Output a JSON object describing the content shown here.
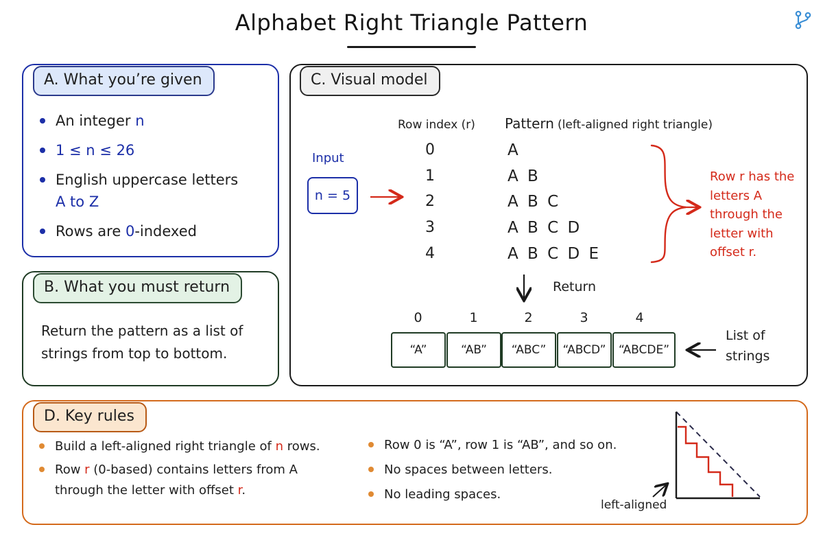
{
  "title": "Alphabet Right Triangle Pattern",
  "colors": {
    "blue": "#1c2fa8",
    "green": "#1f3b24",
    "orange": "#d46a1c",
    "red": "#d42a1a"
  },
  "icons": {
    "corner": "git-branch-icon"
  },
  "panel_a": {
    "tab": "A. What you’re given",
    "bullets": [
      {
        "pre": "An integer ",
        "hl": "n",
        "post": ""
      },
      {
        "pre": "",
        "hl": "1 ≤ n ≤ 26",
        "post": ""
      },
      {
        "pre": "English uppercase letters",
        "line2_a": "A",
        "line2_mid": " to ",
        "line2_b": "Z"
      },
      {
        "pre": "Rows are ",
        "hl": "0",
        "post": "-indexed"
      }
    ]
  },
  "panel_b": {
    "tab": "B. What you must return",
    "text": "Return the pattern as a list of strings from top to bottom."
  },
  "panel_c": {
    "tab": "C. Visual model",
    "row_index_header": "Row index (r)",
    "pattern_header": "Pattern",
    "pattern_subheader": "(left-aligned right triangle)",
    "input_label": "Input",
    "input_value": "n = 5",
    "rows": [
      {
        "index": "0",
        "pattern": "A"
      },
      {
        "index": "1",
        "pattern": "A B"
      },
      {
        "index": "2",
        "pattern": "A B C"
      },
      {
        "index": "3",
        "pattern": "A B C D"
      },
      {
        "index": "4",
        "pattern": "A B C D E"
      }
    ],
    "note": "Row r has the letters A through the letter with offset r.",
    "return_label": "Return",
    "output_indices": [
      "0",
      "1",
      "2",
      "3",
      "4"
    ],
    "output_strings": [
      "“A”",
      "“AB”",
      "“ABC”",
      "“ABCD”",
      "“ABCDE”"
    ],
    "list_label": "List of strings"
  },
  "panel_d": {
    "tab": "D. Key rules",
    "left_rules": [
      {
        "pre": "Build a left-aligned right triangle of ",
        "hl": "n",
        "post": " rows."
      },
      {
        "pre": "Row ",
        "hl": "r",
        "post": " (0-based) contains letters from A through the letter with offset ",
        "hl2": "r",
        "post2": "."
      }
    ],
    "right_rules": [
      "Row 0 is “A”, row 1 is “AB”, and so on.",
      "No spaces between letters.",
      "No leading spaces."
    ],
    "diagram_label": "left-aligned"
  }
}
